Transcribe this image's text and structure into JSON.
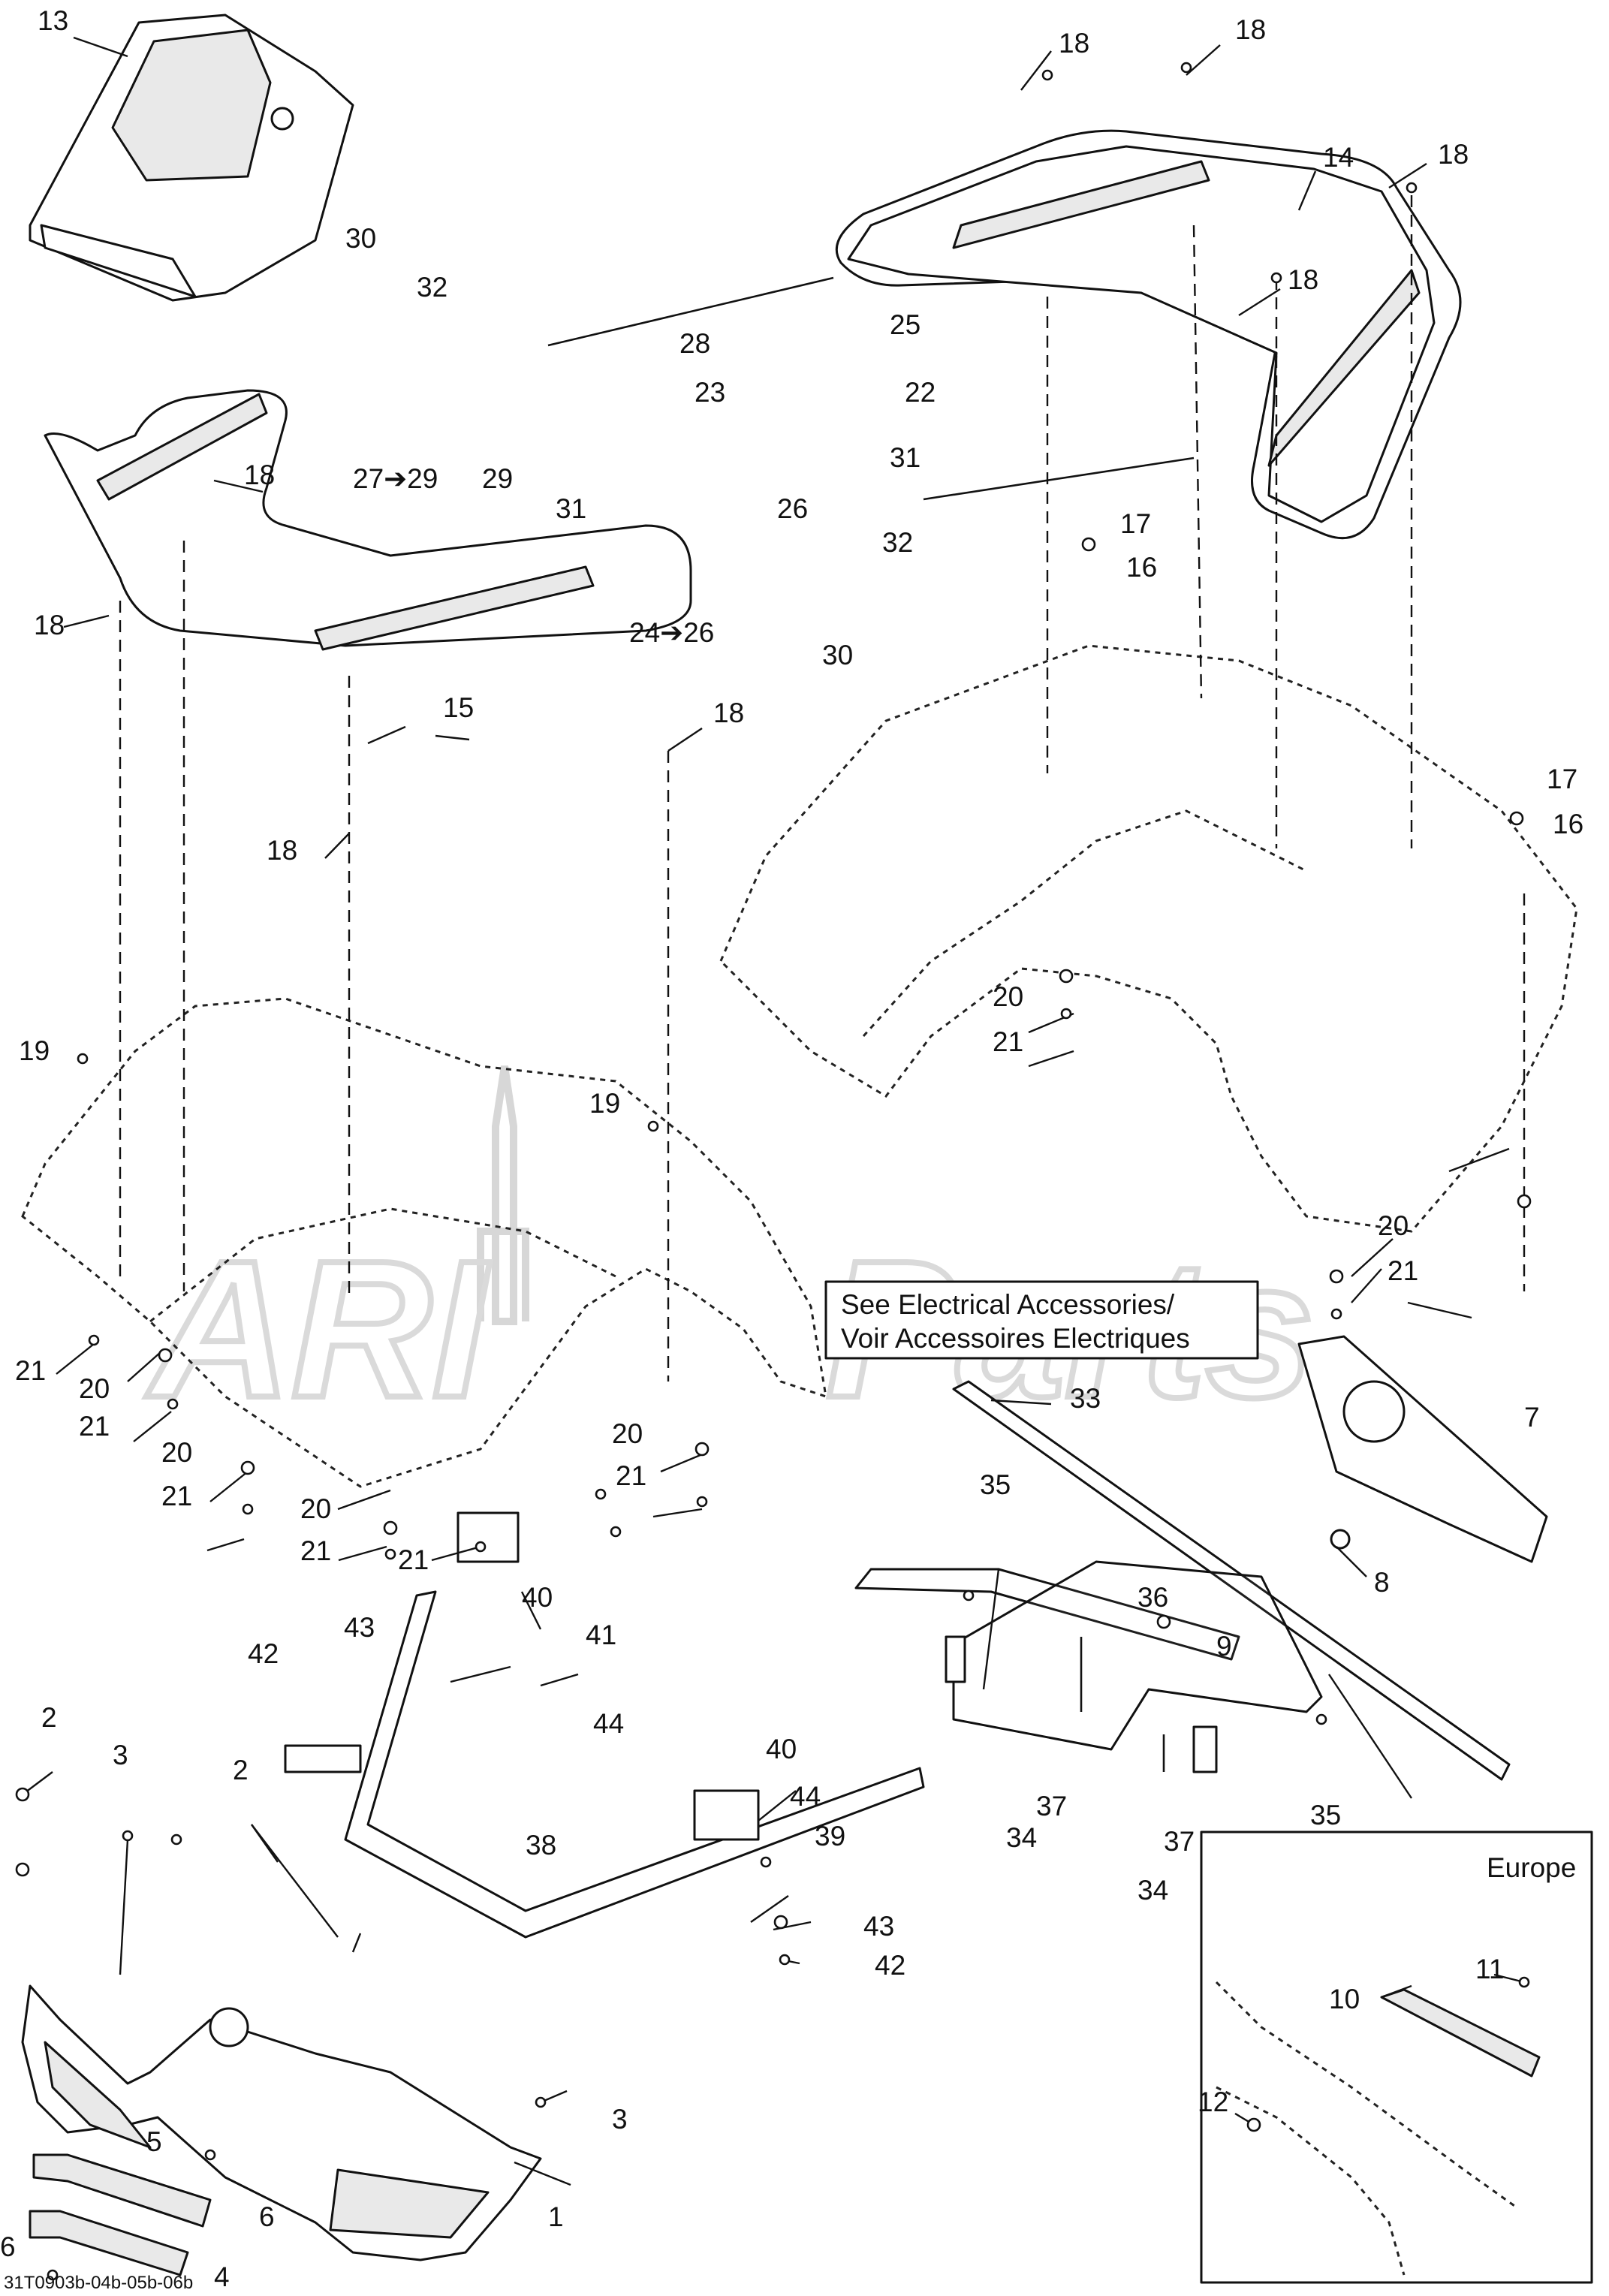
{
  "diagram_code": "31T0903b-04b-05b-06b",
  "accessory_note": {
    "line1": "See Electrical Accessories/",
    "line2": "Voir Accessoires Electriques"
  },
  "inset": {
    "title": "Europe"
  },
  "callouts": {
    "c1": "1",
    "c2a": "2",
    "c2b": "2",
    "c3a": "3",
    "c3b": "3",
    "c4": "4",
    "c5": "5",
    "c6a": "6",
    "c6b": "6",
    "c7": "7",
    "c8": "8",
    "c9": "9",
    "c10": "10",
    "c11": "11",
    "c12": "12",
    "c13": "13",
    "c14": "14",
    "c15": "15",
    "c16a": "16",
    "c16b": "16",
    "c17a": "17",
    "c17b": "17",
    "c18a": "18",
    "c18b": "18",
    "c18c": "18",
    "c18d": "18",
    "c18e": "18",
    "c18f": "18",
    "c18g": "18",
    "c18h": "18",
    "c19a": "19",
    "c19b": "19",
    "c20a": "20",
    "c20b": "20",
    "c20c": "20",
    "c20d": "20",
    "c20e": "20",
    "c20f": "20",
    "c21a": "21",
    "c21b": "21",
    "c21c": "21",
    "c21d": "21",
    "c21e": "21",
    "c21f": "21",
    "c21g": "21",
    "c21h": "21",
    "c22": "22",
    "c23": "23",
    "c24": "24➔26",
    "c25": "25",
    "c26": "26",
    "c27": "27➔29",
    "c28": "28",
    "c29": "29",
    "c30a": "30",
    "c30b": "30",
    "c31a": "31",
    "c31b": "31",
    "c32a": "32",
    "c32b": "32",
    "c33": "33",
    "c34a": "34",
    "c34b": "34",
    "c35a": "35",
    "c35b": "35",
    "c36": "36",
    "c37a": "37",
    "c37b": "37",
    "c38": "38",
    "c39": "39",
    "c40a": "40",
    "c40b": "40",
    "c41": "41",
    "c42a": "42",
    "c42b": "42",
    "c43a": "43",
    "c43b": "43",
    "c44a": "44",
    "c44b": "44"
  }
}
